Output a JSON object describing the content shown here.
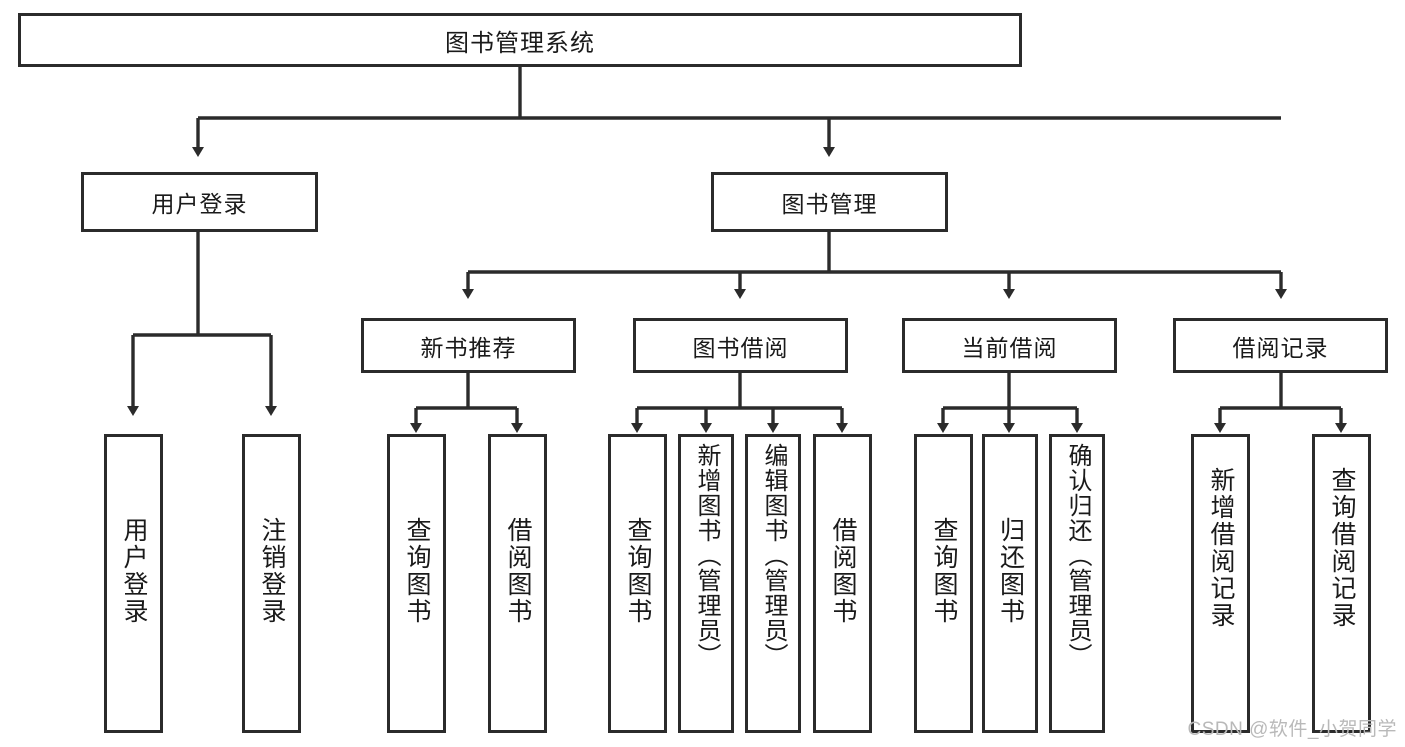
{
  "diagram": {
    "type": "tree-hierarchy",
    "title": "图书管理系统",
    "background_color": "#ffffff",
    "line_color": "#2b2b2b",
    "text_color": "#1a1a1a",
    "root": {
      "id": "root",
      "label": "图书管理系统",
      "orientation": "horizontal"
    },
    "level2": [
      {
        "id": "user-login",
        "label": "用户登录",
        "orientation": "horizontal"
      },
      {
        "id": "book-manage",
        "label": "图书管理",
        "orientation": "horizontal"
      }
    ],
    "level3": [
      {
        "id": "new-book-recommend",
        "label": "新书推荐",
        "orientation": "horizontal",
        "parent": "book-manage"
      },
      {
        "id": "book-borrow",
        "label": "图书借阅",
        "orientation": "horizontal",
        "parent": "book-manage"
      },
      {
        "id": "current-borrow",
        "label": "当前借阅",
        "orientation": "horizontal",
        "parent": "book-manage"
      },
      {
        "id": "borrow-record",
        "label": "借阅记录",
        "orientation": "horizontal",
        "parent": "book-manage"
      }
    ],
    "leaves": [
      {
        "id": "leaf-user-login",
        "label": "用户登录",
        "parent": "user-login",
        "orientation": "vertical"
      },
      {
        "id": "leaf-logout",
        "label": "注销登录",
        "parent": "user-login",
        "orientation": "vertical"
      },
      {
        "id": "leaf-query-book-1",
        "label": "查询图书",
        "parent": "new-book-recommend",
        "orientation": "vertical"
      },
      {
        "id": "leaf-borrow-book-1",
        "label": "借阅图书",
        "parent": "new-book-recommend",
        "orientation": "vertical"
      },
      {
        "id": "leaf-query-book-2",
        "label": "查询图书",
        "parent": "book-borrow",
        "orientation": "vertical"
      },
      {
        "id": "leaf-add-book",
        "label": "新增图书（管理员）",
        "parent": "book-borrow",
        "orientation": "vertical"
      },
      {
        "id": "leaf-edit-book",
        "label": "编辑图书（管理员）",
        "parent": "book-borrow",
        "orientation": "vertical"
      },
      {
        "id": "leaf-borrow-book-2",
        "label": "借阅图书",
        "parent": "book-borrow",
        "orientation": "vertical"
      },
      {
        "id": "leaf-query-book-3",
        "label": "查询图书",
        "parent": "current-borrow",
        "orientation": "vertical"
      },
      {
        "id": "leaf-return-book",
        "label": "归还图书",
        "parent": "current-borrow",
        "orientation": "vertical"
      },
      {
        "id": "leaf-confirm-return",
        "label": "确认归还（管理员）",
        "parent": "current-borrow",
        "orientation": "vertical"
      },
      {
        "id": "leaf-add-record",
        "label": "新增借阅记录",
        "parent": "borrow-record",
        "orientation": "vertical"
      },
      {
        "id": "leaf-query-record",
        "label": "查询借阅记录",
        "parent": "borrow-record",
        "orientation": "vertical"
      }
    ]
  },
  "watermark": {
    "text": "CSDN @软件_小贺同学"
  }
}
